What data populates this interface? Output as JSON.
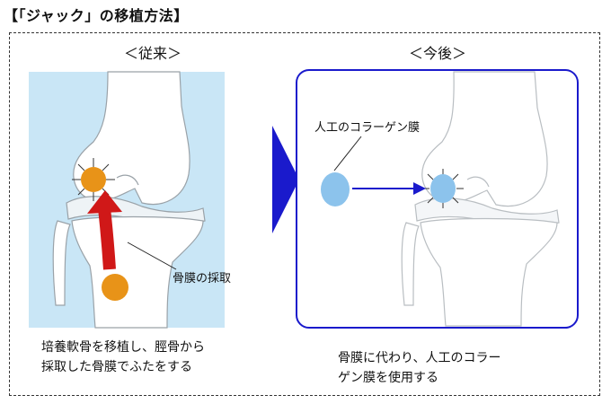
{
  "title": "【「ジャック」の移植方法】",
  "before": {
    "heading": "＜従来＞",
    "label": "骨膜の採取",
    "caption": [
      "培養軟骨を移植し、脛骨から",
      "採取した骨膜でふたをする"
    ]
  },
  "after": {
    "heading": "＜今後＞",
    "label": "人工のコラーゲン膜",
    "caption": [
      "骨膜に代わり、人工のコラー",
      "ゲン膜を使用する"
    ]
  },
  "colors": {
    "panel_bg": "#c9e6f6",
    "arrow_red": "#d01818",
    "dot_orange": "#e89318",
    "dot_blue": "#8cc3ec",
    "accent_blue": "#1a1acc"
  }
}
